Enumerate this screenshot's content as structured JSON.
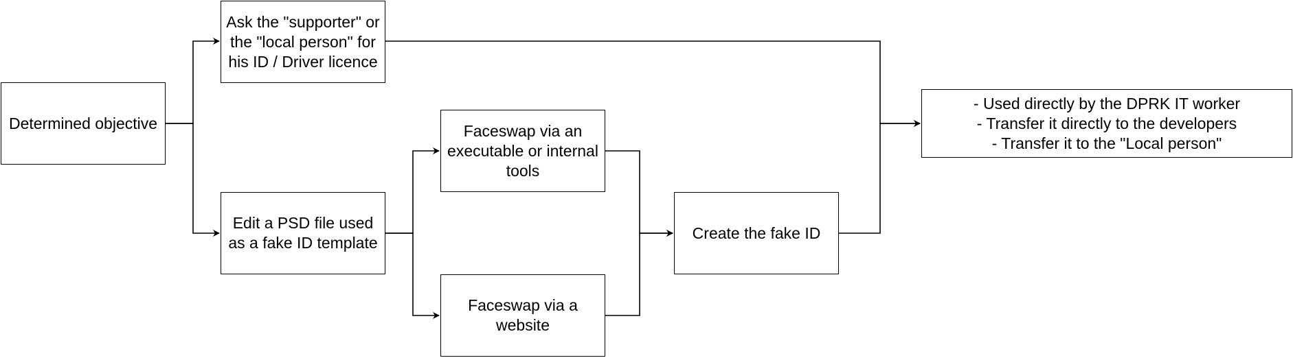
{
  "diagram": {
    "nodes": {
      "objective": {
        "lines": [
          "Determined objective"
        ]
      },
      "ask_supporter": {
        "lines": [
          "Ask the \"supporter\" or",
          "the \"local person\" for",
          "his ID / Driver licence"
        ]
      },
      "edit_psd": {
        "lines": [
          "Edit a PSD file used",
          "as a fake ID template"
        ]
      },
      "faceswap_exe": {
        "lines": [
          "Faceswap via an",
          "executable or internal",
          "tools"
        ]
      },
      "faceswap_web": {
        "lines": [
          "Faceswap via a",
          "website"
        ]
      },
      "create_fake_id": {
        "lines": [
          "Create the fake ID"
        ]
      },
      "usage": {
        "lines": [
          "- Used directly by the DPRK IT worker",
          "- Transfer it directly to the developers",
          "- Transfer it to the \"Local person\""
        ]
      }
    },
    "edges": [
      {
        "from": "objective",
        "to": "ask_supporter"
      },
      {
        "from": "objective",
        "to": "edit_psd"
      },
      {
        "from": "edit_psd",
        "to": "faceswap_exe"
      },
      {
        "from": "edit_psd",
        "to": "faceswap_web"
      },
      {
        "from": "faceswap_exe",
        "to": "create_fake_id"
      },
      {
        "from": "faceswap_web",
        "to": "create_fake_id"
      },
      {
        "from": "ask_supporter",
        "to": "usage"
      },
      {
        "from": "create_fake_id",
        "to": "usage"
      }
    ],
    "colors": {
      "stroke": "#000000",
      "fill": "#ffffff",
      "text": "#000000"
    }
  }
}
